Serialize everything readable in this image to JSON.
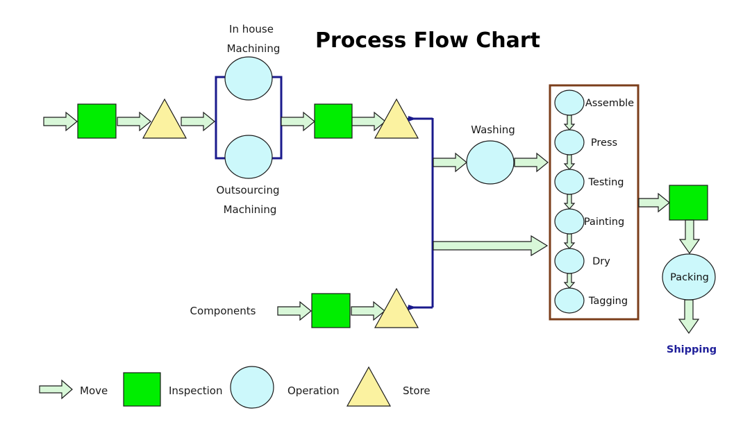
{
  "title": "Process Flow Chart",
  "labels": {
    "in_house_line1": "In house",
    "in_house_line2": "Machining",
    "outsourcing_line1": "Outsourcing",
    "outsourcing_line2": "Machining",
    "washing": "Washing",
    "components": "Components",
    "shipping": "Shipping"
  },
  "assembly_steps": [
    "Assemble",
    "Press",
    "Testing",
    "Painting",
    "Dry",
    "Tagging"
  ],
  "final_operation": "Packing",
  "legend": {
    "move": "Move",
    "inspection": "Inspection",
    "operation": "Operation",
    "store": "Store"
  },
  "colors": {
    "inspection": "#00ee00",
    "operation": "#ccf8fb",
    "store": "#fbf2a0",
    "move": "#d8f7d8",
    "connector": "#1a1a8c",
    "assembly_box": "#7b3e1b",
    "shipping_text": "#1f1f9a"
  }
}
